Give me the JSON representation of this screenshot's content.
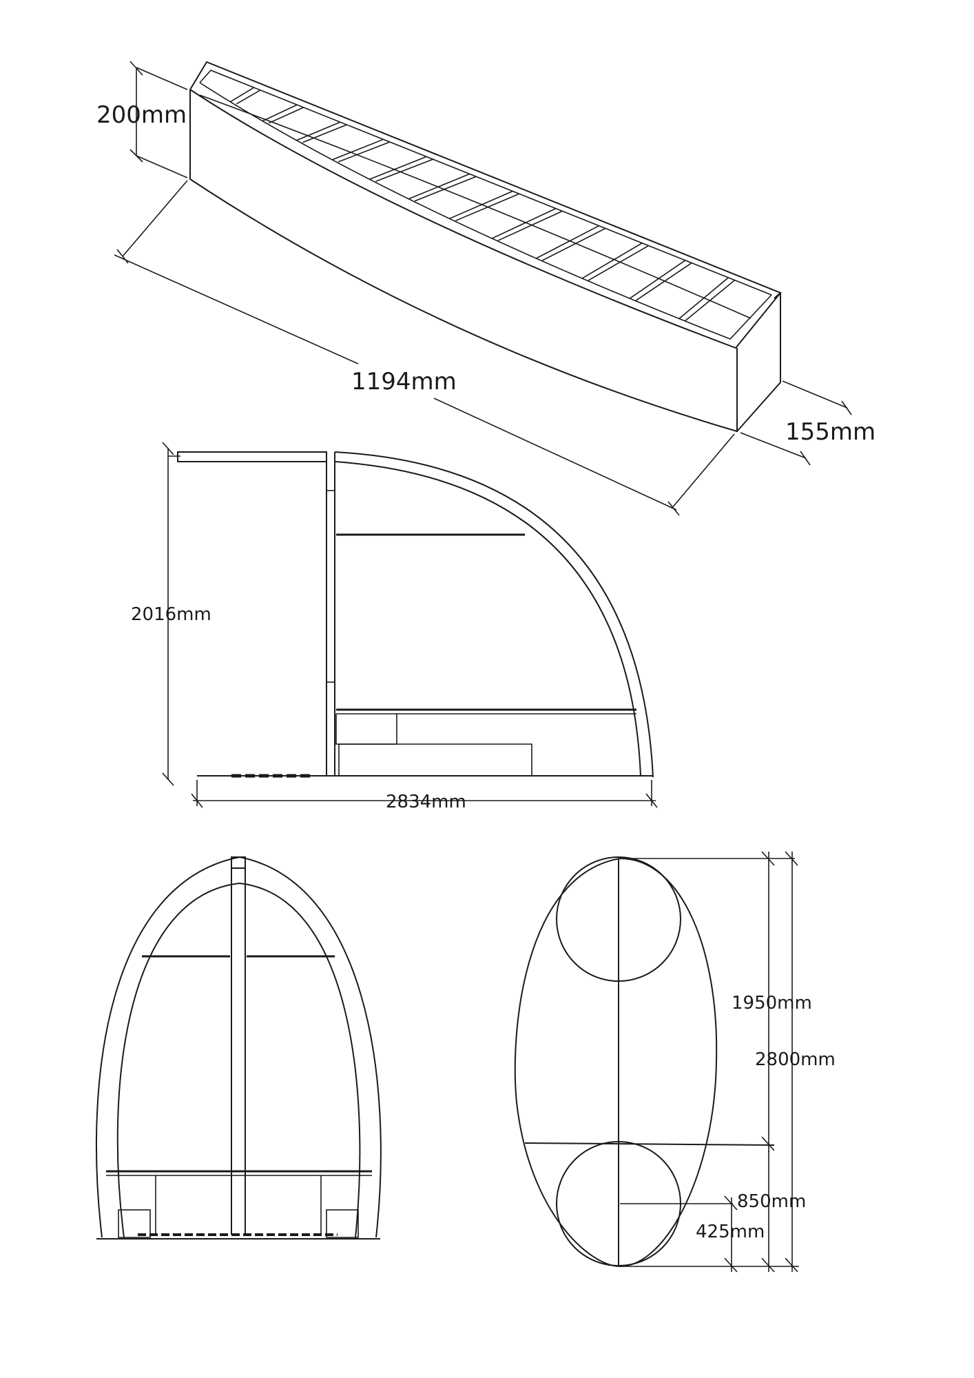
{
  "dimensions": {
    "module_height": "200mm",
    "module_length": "1194mm",
    "module_depth": "155mm",
    "pod_height": "2016mm",
    "pod_side_length": "2834mm",
    "plan_inner_length": "1950mm",
    "plan_overall_length": "2800mm",
    "circle_diameter": "850mm",
    "circle_radius": "425mm"
  }
}
